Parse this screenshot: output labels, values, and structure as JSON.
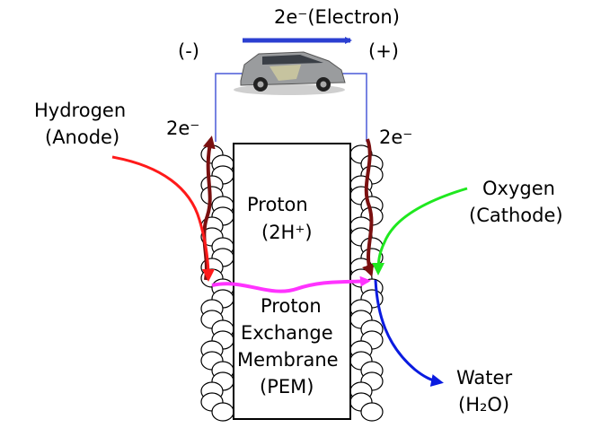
{
  "electron_flow": {
    "text": "2e⁻(Electron)"
  },
  "polarity": {
    "negative": "(-)",
    "positive": "(+)"
  },
  "anode_electrons": "2e⁻",
  "cathode_electrons": "2e⁻",
  "hydrogen": {
    "line1": "Hydrogen",
    "line2": "(Anode)"
  },
  "oxygen": {
    "line1": "Oxygen",
    "line2": "(Cathode)"
  },
  "proton": {
    "line1": "Proton",
    "line2": "(2H⁺)"
  },
  "membrane": {
    "line1": "Proton",
    "line2": "Exchange",
    "line3": "Membrane",
    "line4": "(PEM)"
  },
  "water": {
    "line1": "Water",
    "line2": "(H₂O)"
  },
  "colors": {
    "electron_arrow": "#2b3fd1",
    "hydrogen_arrow": "#ff1a1a",
    "oxygen_arrow": "#1fe81f",
    "proton_arrow": "#ff33ff",
    "water_arrow": "#0a1be0",
    "electron_path": "#7a1010",
    "circuit_wire": "#4a5ad8"
  }
}
